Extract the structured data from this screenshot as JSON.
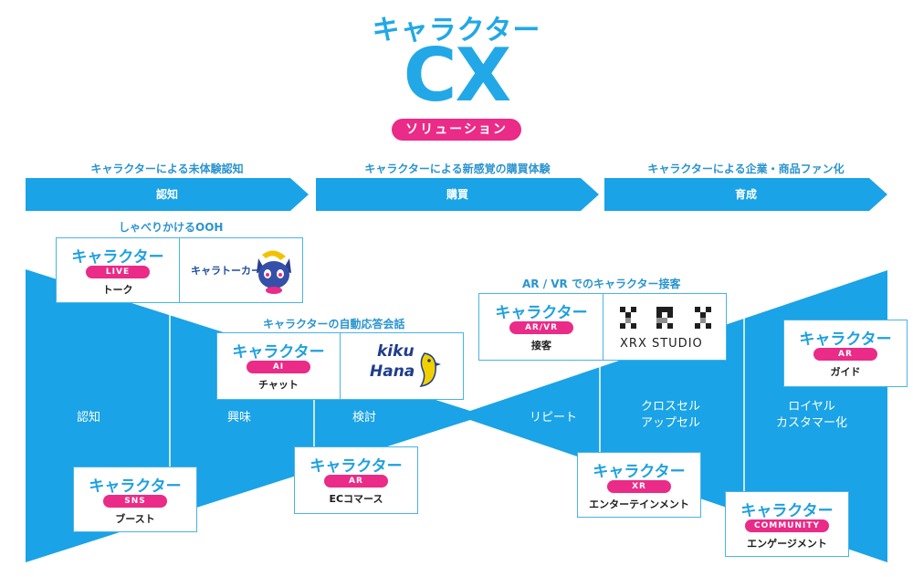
{
  "logo": {
    "top": "キャラクター",
    "main": "CX",
    "pill": "ソリューション"
  },
  "phases": [
    {
      "caption": "キャラクターによる未体験認知",
      "label": "認知"
    },
    {
      "caption": "キャラクターによる新感覚の購買体験",
      "label": "購買"
    },
    {
      "caption": "キャラクターによる企業・商品ファン化",
      "label": "育成"
    }
  ],
  "stages": {
    "ninchi": "認知",
    "kyoumi": "興味",
    "kentou": "検討",
    "repeat": "リピート",
    "cross_line1": "クロスセル",
    "cross_line2": "アップセル",
    "loyal_line1": "ロイヤル",
    "loyal_line2": "カスタマー化"
  },
  "groups": {
    "ooh": "しゃべりかけるOOH",
    "chat": "キャラクターの自動応答会話",
    "arvr": "AR / VR でのキャラクター接客"
  },
  "cards": {
    "live": {
      "title": "キャラクター",
      "pill": "LIVE",
      "sub": "トーク"
    },
    "ai": {
      "title": "キャラクター",
      "pill": "AI",
      "sub": "チャット"
    },
    "sns": {
      "title": "キャラクター",
      "pill": "SNS",
      "sub": "ブースト"
    },
    "ec": {
      "title": "キャラクター",
      "pill": "AR",
      "sub": "ECコマース"
    },
    "arvr": {
      "title": "キャラクター",
      "pill": "AR/VR",
      "sub": "接客"
    },
    "xr": {
      "title": "キャラクター",
      "pill": "XR",
      "sub": "エンターテインメント"
    },
    "guide": {
      "title": "キャラクター",
      "pill": "AR",
      "sub": "ガイド"
    },
    "community": {
      "title": "キャラクター",
      "pill": "COMMUNITY",
      "sub": "エンゲージメント"
    }
  },
  "brands": {
    "charatalker": "キャラトーカー",
    "kikuhana_1": "kiku",
    "kikuhana_2": "Hana",
    "xrx": "XRX STUDIO"
  },
  "colors": {
    "blue": "#1aa3e6",
    "pink": "#ea2b87",
    "text_blue": "#2b94cf"
  }
}
